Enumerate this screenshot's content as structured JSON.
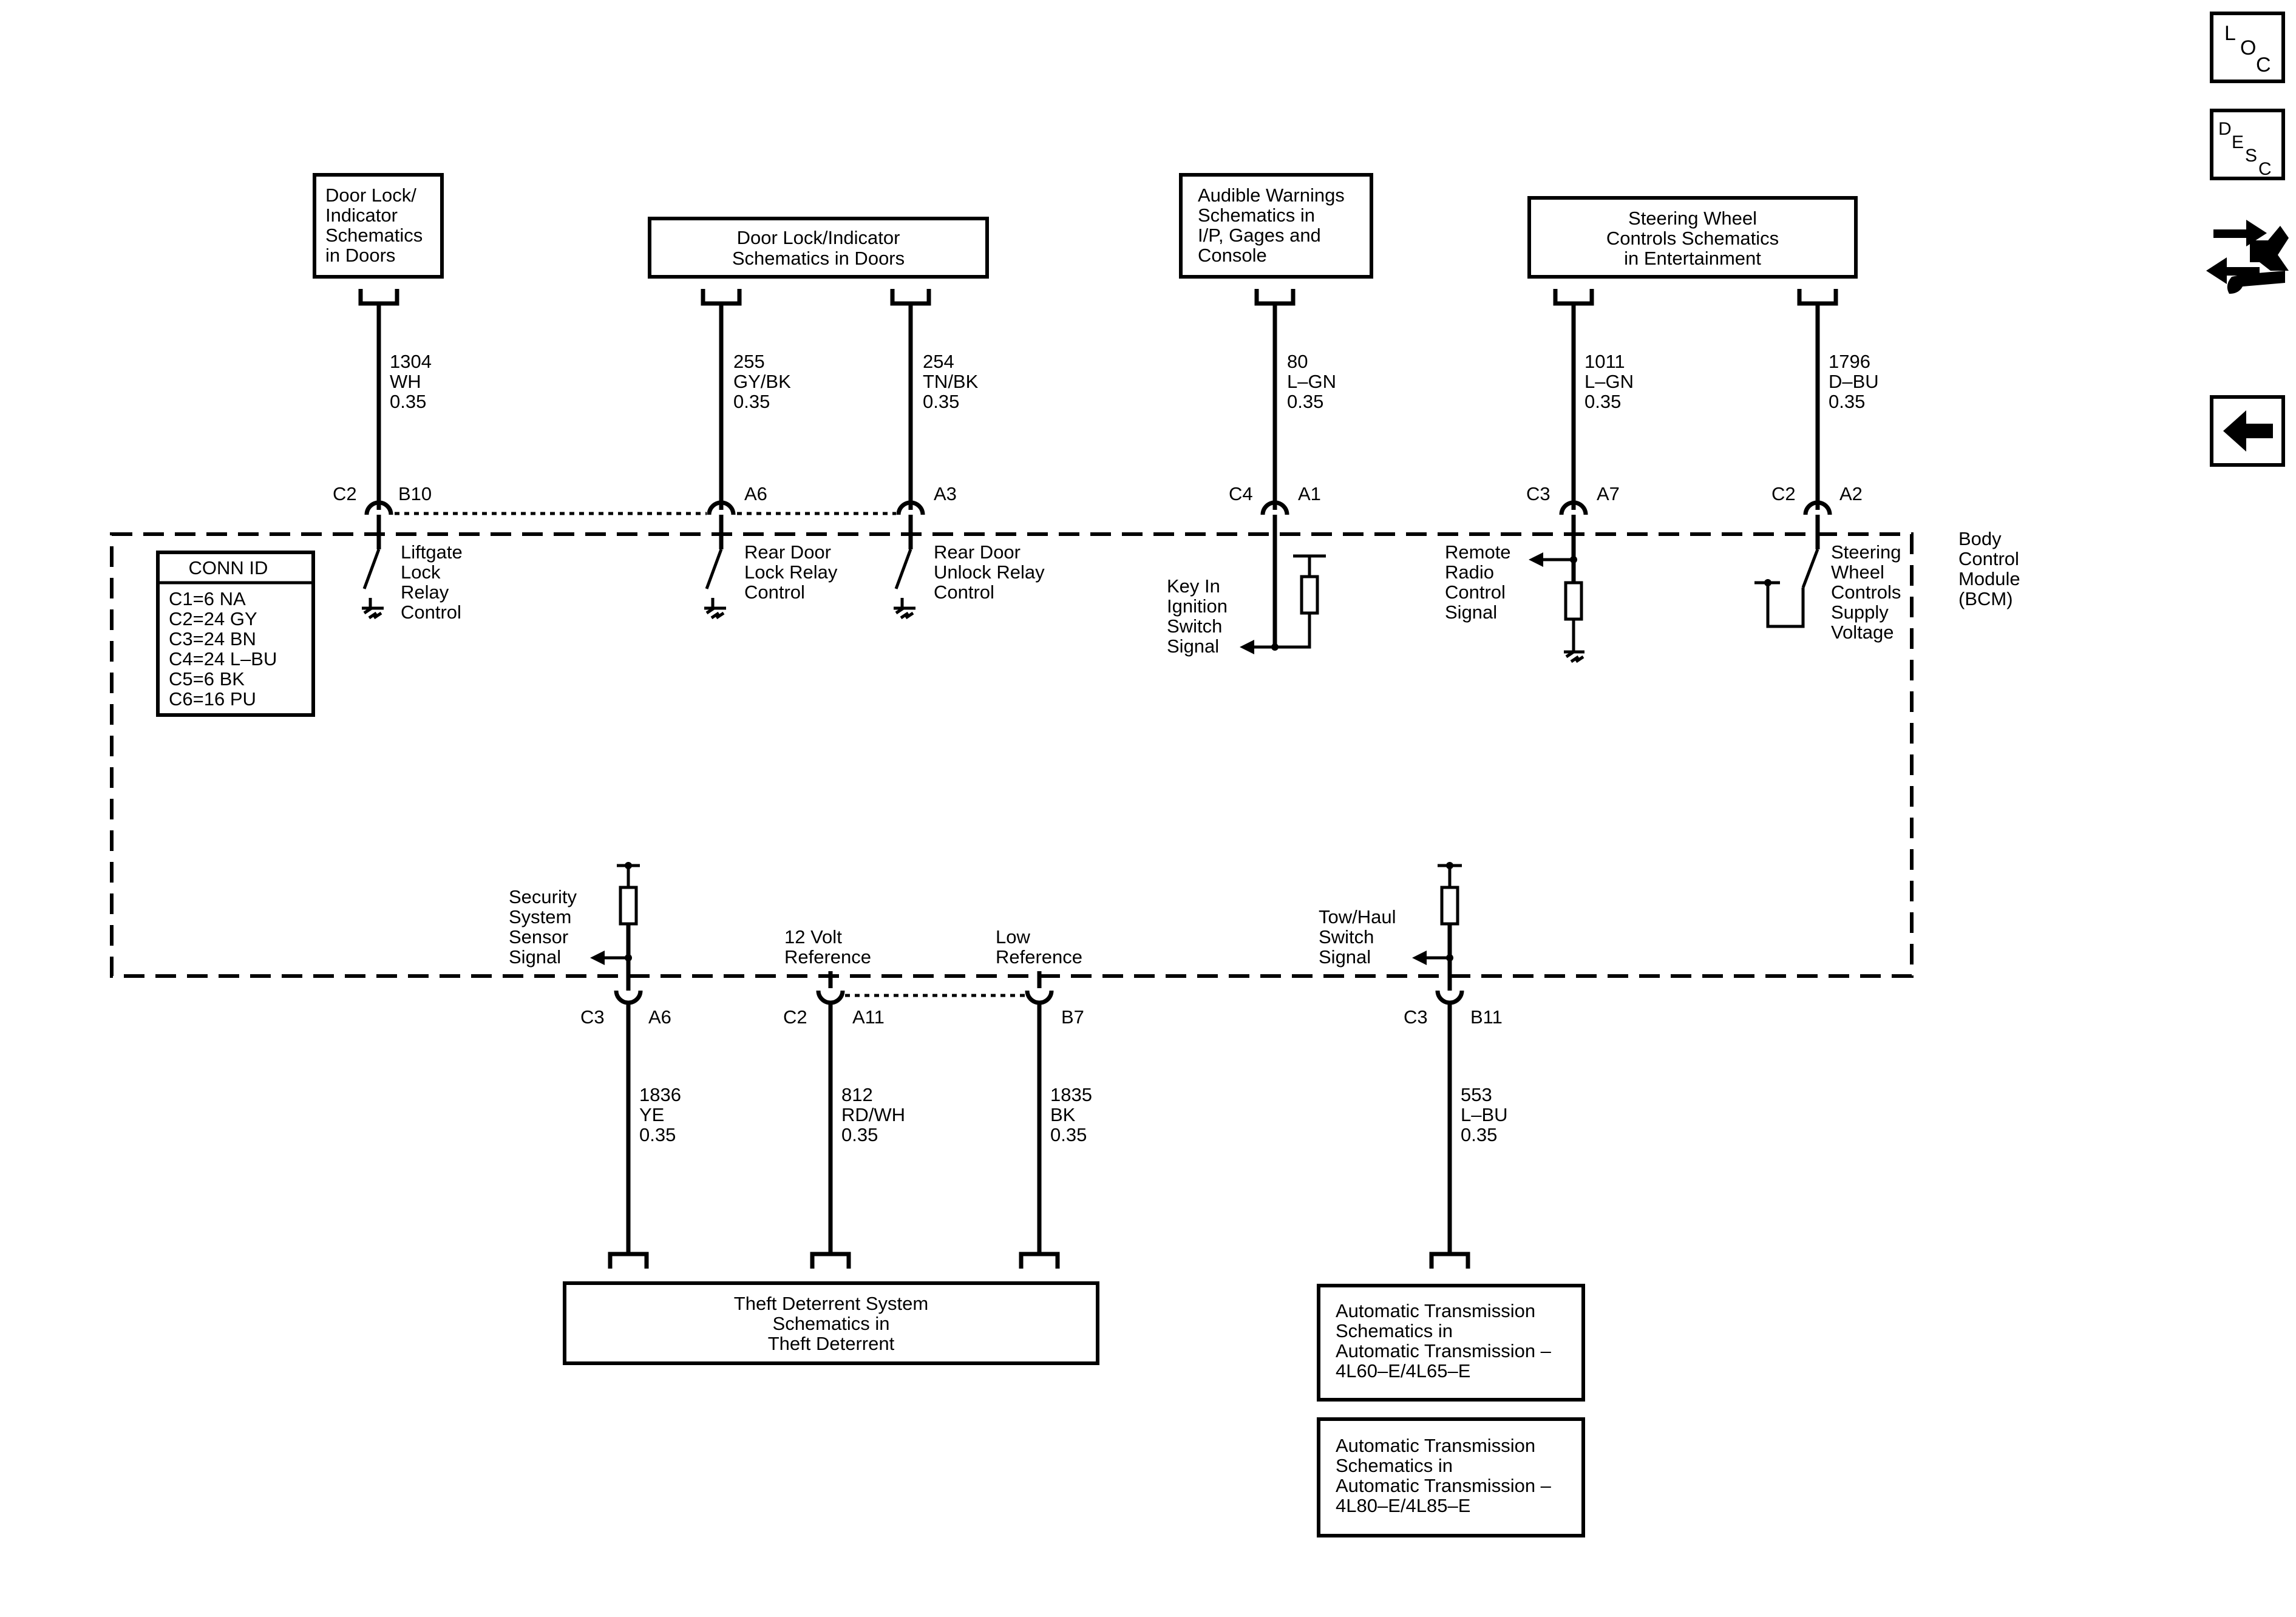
{
  "boxes": {
    "door_lock_left": [
      "Door Lock/",
      "Indicator",
      "Schematics",
      "in Doors"
    ],
    "door_lock_center": [
      "Door Lock/Indicator",
      "Schematics in Doors"
    ],
    "audible_warnings": [
      "Audible Warnings",
      "Schematics in",
      "I/P, Gages and",
      "Console"
    ],
    "steering_wheel": [
      "Steering Wheel",
      "Controls Schematics",
      "in Entertainment"
    ],
    "theft_deterrent": [
      "Theft Deterrent System",
      "Schematics in",
      "Theft Deterrent"
    ],
    "auto_trans_1": [
      "Automatic Transmission",
      "Schematics in",
      "Automatic Transmission –",
      "4L60–E/4L65–E"
    ],
    "auto_trans_2": [
      "Automatic Transmission",
      "Schematics in",
      "Automatic Transmission –",
      "4L80–E/4L85–E"
    ],
    "conn_id_title": "CONN ID",
    "conn_id": [
      "C1=6 NA",
      "C2=24 GY",
      "C3=24 BN",
      "C4=24 L–BU",
      "C5=6 BK",
      "C6=16 PU"
    ],
    "bcm": [
      "Body",
      "Control",
      "Module",
      "(BCM)"
    ]
  },
  "wires": {
    "w1304": [
      "1304",
      "WH",
      "0.35"
    ],
    "w255": [
      "255",
      "GY/BK",
      "0.35"
    ],
    "w254": [
      "254",
      "TN/BK",
      "0.35"
    ],
    "w80": [
      "80",
      "L–GN",
      "0.35"
    ],
    "w1011": [
      "1011",
      "L–GN",
      "0.35"
    ],
    "w1796": [
      "1796",
      "D–BU",
      "0.35"
    ],
    "w1836": [
      "1836",
      "YE",
      "0.35"
    ],
    "w812": [
      "812",
      "RD/WH",
      "0.35"
    ],
    "w1835": [
      "1835",
      "BK",
      "0.35"
    ],
    "w553": [
      "553",
      "L–BU",
      "0.35"
    ]
  },
  "connectors": {
    "c1304": [
      "C2",
      "B10"
    ],
    "c255": [
      "A6"
    ],
    "c254": [
      "A3"
    ],
    "c80": [
      "C4",
      "A1"
    ],
    "c1011": [
      "C3",
      "A7"
    ],
    "c1796": [
      "C2",
      "A2"
    ],
    "c1836": [
      "C3",
      "A6"
    ],
    "c812": [
      "C2",
      "A11"
    ],
    "c1835": [
      "B7"
    ],
    "c553": [
      "C3",
      "B11"
    ]
  },
  "functions": {
    "liftgate": [
      "Liftgate",
      "Lock",
      "Relay",
      "Control"
    ],
    "rear_lock": [
      "Rear Door",
      "Lock Relay",
      "Control"
    ],
    "rear_unlock": [
      "Rear Door",
      "Unlock Relay",
      "Control"
    ],
    "key_in": [
      "Key In",
      "Ignition",
      "Switch",
      "Signal"
    ],
    "remote_radio": [
      "Remote",
      "Radio",
      "Control",
      "Signal"
    ],
    "sw_supply": [
      "Steering",
      "Wheel",
      "Controls",
      "Supply",
      "Voltage"
    ],
    "security": [
      "Security",
      "System",
      "Sensor",
      "Signal"
    ],
    "v12": [
      "12 Volt",
      "Reference"
    ],
    "low_ref": [
      "Low",
      "Reference"
    ],
    "tow_haul": [
      "Tow/Haul",
      "Switch",
      "Signal"
    ]
  },
  "nav": {
    "loc": [
      "L",
      "O",
      "C"
    ],
    "desc": [
      "D",
      "E",
      "S",
      "C"
    ],
    "swap_icon": "connector-swap-icon",
    "back_icon": "back-arrow-icon"
  }
}
